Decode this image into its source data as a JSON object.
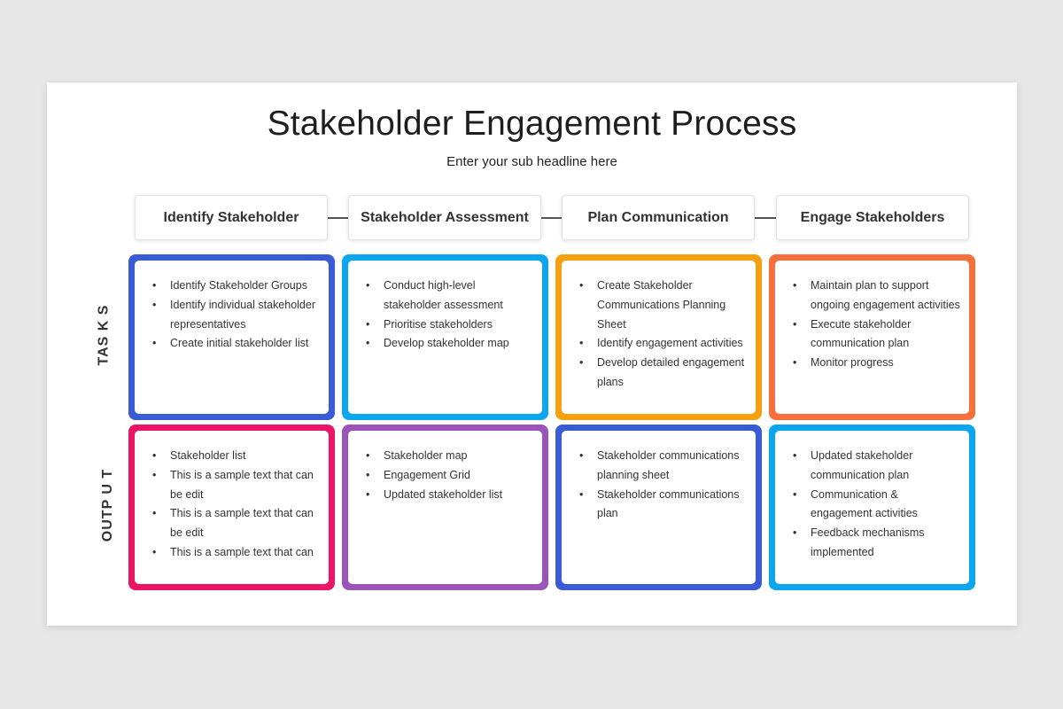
{
  "title": "Stakeholder Engagement Process",
  "subtitle": "Enter your sub headline here",
  "stages": [
    {
      "label": "Identify Stakeholder"
    },
    {
      "label": "Stakeholder Assessment"
    },
    {
      "label": "Plan Communication"
    },
    {
      "label": "Engage Stakeholders"
    }
  ],
  "rows": {
    "tasks_label": "TAS K S",
    "output_label": "OUTP U T"
  },
  "colors": {
    "blue_dark": "#3a5bd6",
    "cyan": "#0ba6ee",
    "amber": "#f5a10f",
    "orange": "#f5703a",
    "pink": "#eb1467",
    "purple": "#9b55b8"
  },
  "tasks": [
    {
      "items": [
        "Identify Stakeholder Groups",
        "Identify individual stakeholder representatives",
        "Create initial stakeholder list"
      ]
    },
    {
      "items": [
        "Conduct high-level stakeholder assessment",
        "Prioritise stakeholders",
        "Develop stakeholder map"
      ]
    },
    {
      "items": [
        "Create Stakeholder Communications Planning Sheet",
        "Identify engagement activities",
        "Develop detailed engagement plans"
      ]
    },
    {
      "items": [
        "Maintain plan to support ongoing engagement activities",
        "Execute stakeholder communication plan",
        "Monitor progress"
      ]
    }
  ],
  "outputs": [
    {
      "items": [
        "Stakeholder list",
        "This is a sample text that can be edit",
        "This is a sample text that can be edit",
        "This is a sample text that can"
      ]
    },
    {
      "items": [
        "Stakeholder map",
        "Engagement Grid",
        "Updated stakeholder list"
      ]
    },
    {
      "items": [
        "Stakeholder communications planning sheet",
        "Stakeholder communications plan"
      ]
    },
    {
      "items": [
        "Updated stakeholder communication plan",
        "Communication & engagement activities",
        "Feedback mechanisms implemented"
      ]
    }
  ]
}
